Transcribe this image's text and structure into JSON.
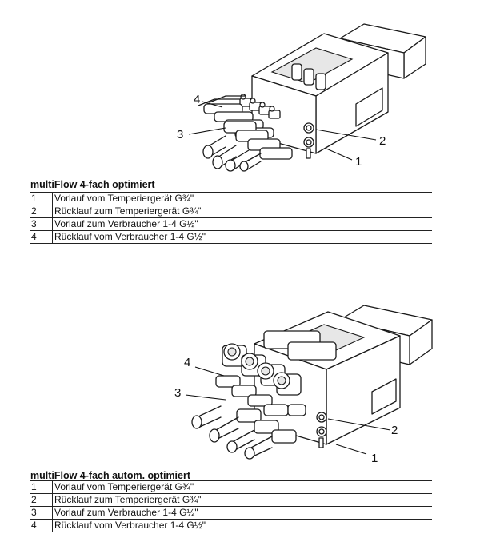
{
  "sections": [
    {
      "title": "multiFlow 4-fach optimiert",
      "callouts": [
        "1",
        "2",
        "3",
        "4"
      ],
      "rows": [
        {
          "num": "1",
          "text": "Vorlauf vom Temperiergerät G¾\""
        },
        {
          "num": "2",
          "text": "Rücklauf zum Temperiergerät G¾\""
        },
        {
          "num": "3",
          "text": "Vorlauf zum Verbraucher 1-4 G½\""
        },
        {
          "num": "4",
          "text": "Rücklauf vom Verbraucher 1-4 G½\""
        }
      ]
    },
    {
      "title": "multiFlow 4-fach autom. optimiert",
      "callouts": [
        "1",
        "2",
        "3",
        "4"
      ],
      "rows": [
        {
          "num": "1",
          "text": "Vorlauf vom Temperiergerät G¾\""
        },
        {
          "num": "2",
          "text": "Rücklauf zum Temperiergerät G¾\""
        },
        {
          "num": "3",
          "text": "Vorlauf zum Verbraucher 1-4 G½\""
        },
        {
          "num": "4",
          "text": "Rücklauf vom Verbraucher 1-4 G½\""
        }
      ]
    }
  ]
}
